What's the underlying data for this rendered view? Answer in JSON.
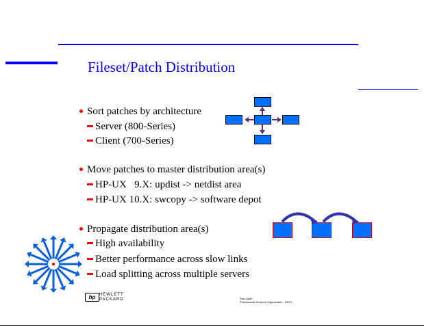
{
  "slide": {
    "title": "Fileset/Patch Distribution",
    "sections": [
      {
        "heading": "Sort patches by architecture",
        "items": [
          "Server (800-Series)",
          "Client  (700-Series)"
        ]
      },
      {
        "heading": "Move patches to master distribution area(s)",
        "items": [
          "HP-UX   9.X: updist -> netdist area",
          "HP-UX 10.X: swcopy -> software depot"
        ]
      },
      {
        "heading": "Propagate distribution area(s)",
        "items": [
          "High availability",
          "Better performance across slow links",
          "Load splitting across multiple servers"
        ]
      }
    ],
    "logo": {
      "mark": "hp",
      "line1": "HEWLETT",
      "line2": "PACKARD"
    },
    "footer": {
      "author": "Rob Lauth",
      "org": "Professional Services Organization - SSCT"
    },
    "colors": {
      "accent": "#0000ff",
      "bullet": "#ff0000",
      "box": "#0070ff",
      "arrow": "#3333aa"
    }
  }
}
